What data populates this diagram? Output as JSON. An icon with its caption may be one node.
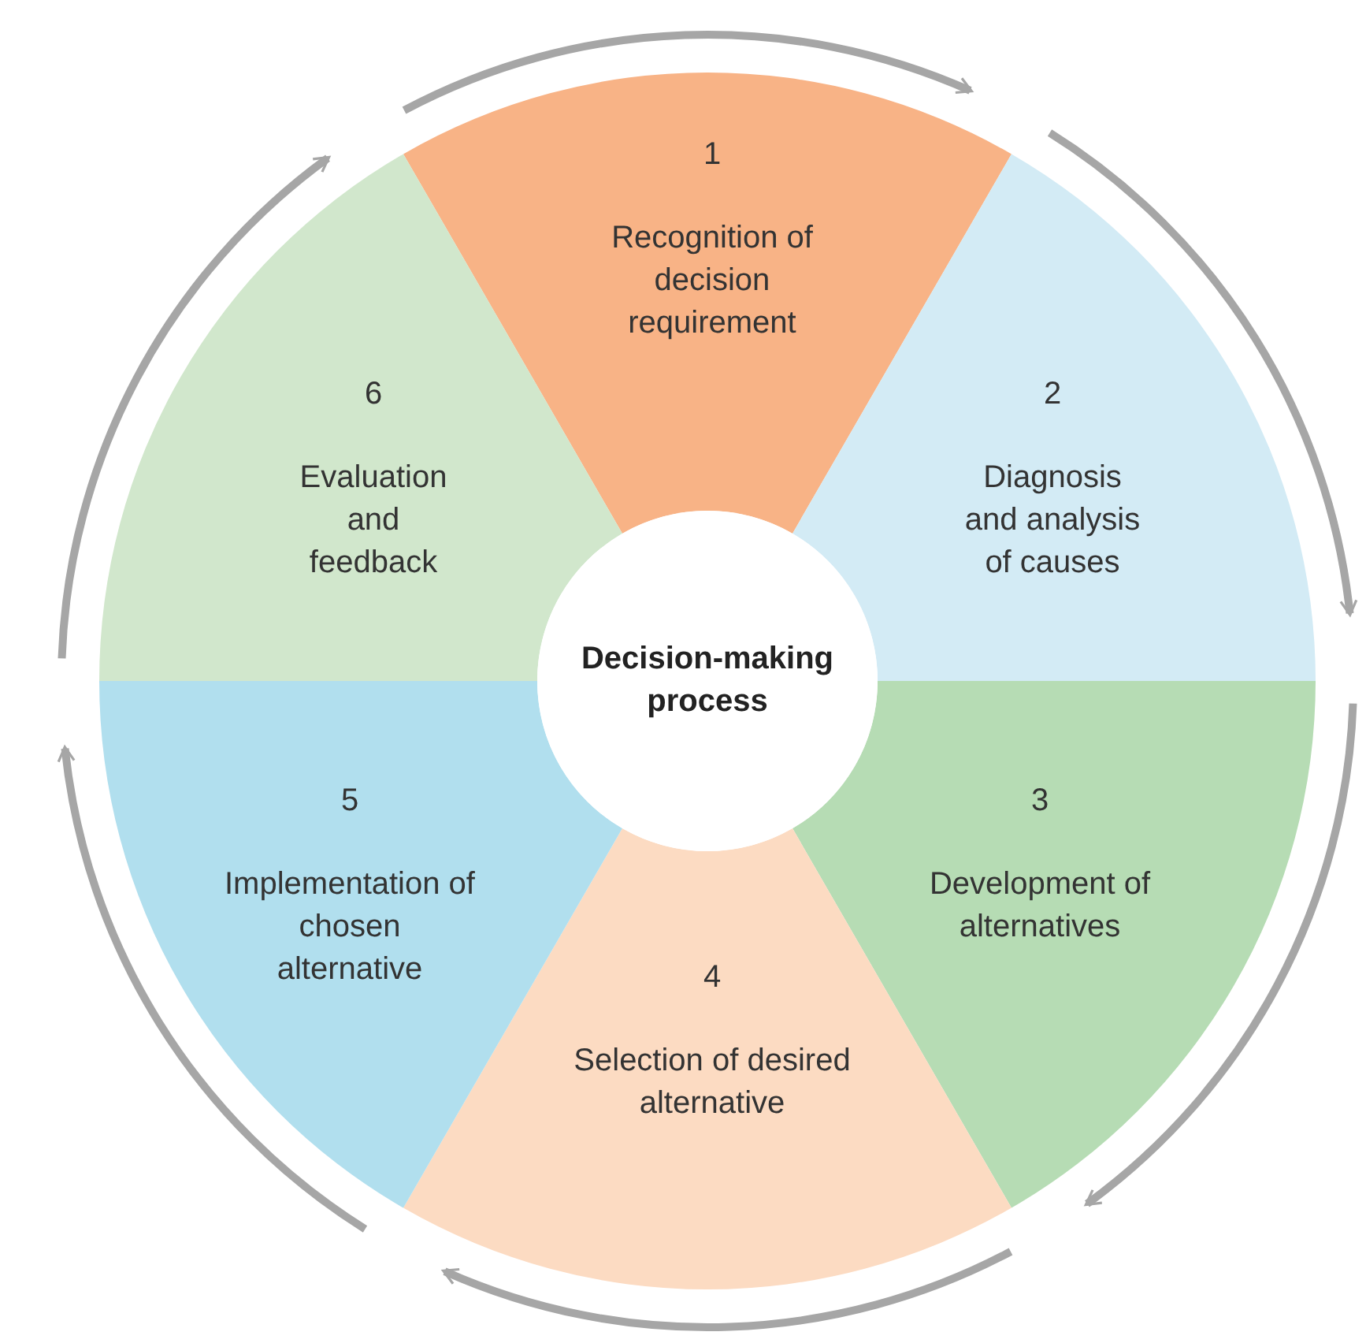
{
  "diagram": {
    "nodes": [
      {
        "text": [
          "1",
          "Recognition of decision requirement"
        ]
      },
      {
        "text": [
          "2",
          "Diagnosis and analysis of causes"
        ]
      },
      {
        "text": [
          "3",
          "Development of alternatives"
        ]
      },
      {
        "text": [
          "4",
          "Selection of desired alternative"
        ]
      },
      {
        "text": [
          "5",
          "Implementation of chosen alternative"
        ]
      },
      {
        "text": [
          "6",
          "Evaluation and feedback"
        ]
      },
      {
        "text": [
          "Decision-making process"
        ]
      }
    ]
  }
}
